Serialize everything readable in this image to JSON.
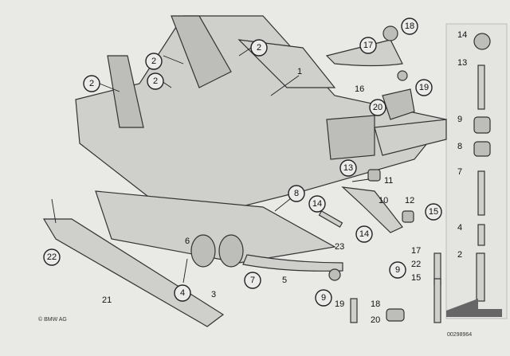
{
  "callouts": [
    {
      "label": "2"
    },
    {
      "label": "2"
    },
    {
      "label": "2"
    },
    {
      "label": "2"
    },
    {
      "label": "17"
    },
    {
      "label": "18"
    },
    {
      "label": "19"
    },
    {
      "label": "20"
    },
    {
      "label": "13"
    },
    {
      "label": "8"
    },
    {
      "label": "14"
    },
    {
      "label": "15"
    },
    {
      "label": "14"
    },
    {
      "label": "9"
    },
    {
      "label": "7"
    },
    {
      "label": "4"
    },
    {
      "label": "22"
    },
    {
      "label": "9"
    }
  ],
  "labels": {
    "l1": "1",
    "l16": "16",
    "l11": "11",
    "l10": "10",
    "l12": "12",
    "l6": "6",
    "l23": "23",
    "l5": "5",
    "l3": "3",
    "l21": "21",
    "l19": "19",
    "l18": "18",
    "l20": "20"
  },
  "sidebar": [
    "14",
    "13",
    "9",
    "8",
    "7",
    "4",
    "2"
  ],
  "mid": [
    "17",
    "22",
    "15"
  ],
  "copyright": "© BMW AG",
  "ref": "00298964"
}
